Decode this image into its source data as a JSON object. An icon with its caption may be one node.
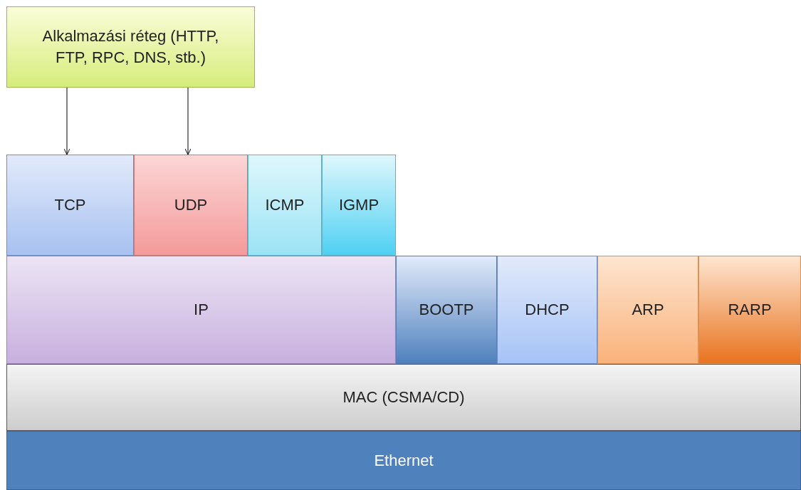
{
  "diagram": {
    "nodes": [
      {
        "text": [
          "Alkalmazási réteg (HTTP, FTP, RPC, DNS, stb.)"
        ]
      },
      {
        "text": [
          "TCP"
        ]
      },
      {
        "text": [
          "UDP"
        ]
      },
      {
        "text": [
          "ICMP"
        ]
      },
      {
        "text": [
          "IGMP"
        ]
      },
      {
        "text": [
          "IP"
        ]
      },
      {
        "text": [
          "BOOTP"
        ]
      },
      {
        "text": [
          "DHCP"
        ]
      },
      {
        "text": [
          "ARP"
        ]
      },
      {
        "text": [
          "RARP"
        ]
      },
      {
        "text": [
          "MAC (CSMA/CD)"
        ]
      },
      {
        "text": [
          "Ethernet"
        ]
      }
    ],
    "edges": [
      {
        "from": 0,
        "to": 1,
        "arrow": "to"
      },
      {
        "from": 0,
        "to": 2,
        "arrow": "to"
      }
    ]
  }
}
